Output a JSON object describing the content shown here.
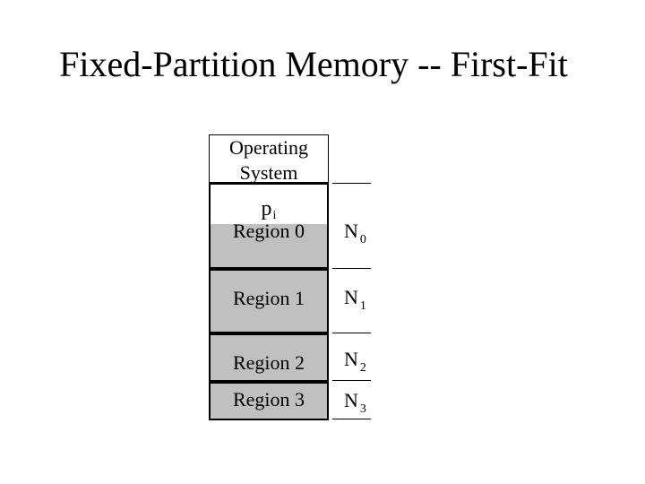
{
  "title": "Fixed-Partition Memory -- First-Fit",
  "os_block": {
    "line1": "Operating",
    "line2": "System"
  },
  "process": {
    "label": "p",
    "subscript": "i"
  },
  "regions": [
    {
      "label": "Region 0",
      "size_letter": "N",
      "size_sub": "0"
    },
    {
      "label": "Region 1",
      "size_letter": "N",
      "size_sub": "1"
    },
    {
      "label": "Region 2",
      "size_letter": "N",
      "size_sub": "2"
    },
    {
      "label": "Region 3",
      "size_letter": "N",
      "size_sub": "3"
    }
  ],
  "colors": {
    "region_fill": "#c0c0c0",
    "process_fill": "#ffffff",
    "border": "#000000"
  }
}
